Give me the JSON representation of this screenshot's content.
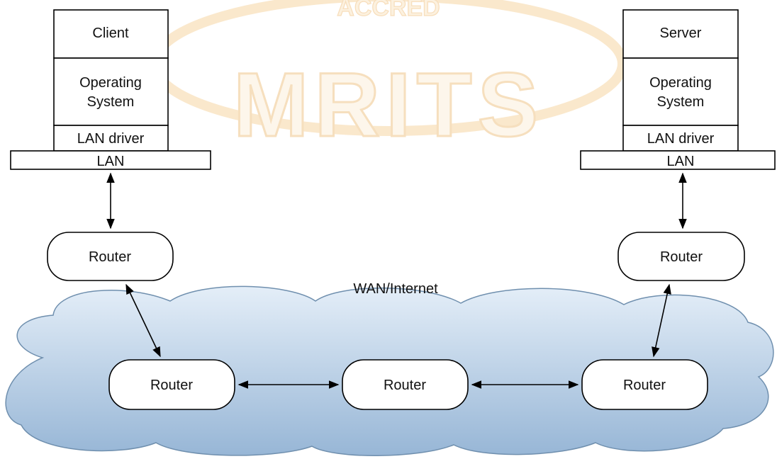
{
  "watermark": {
    "text": "MRITS",
    "arc_text": "ACCRED"
  },
  "client": {
    "title": "Client",
    "os_line1": "Operating",
    "os_line2": "System",
    "driver": "LAN driver",
    "lan": "LAN"
  },
  "server": {
    "title": "Server",
    "os_line1": "Operating",
    "os_line2": "System",
    "driver": "LAN driver",
    "lan": "LAN"
  },
  "network_label": "WAN/Internet",
  "routers": {
    "client_side": "Router",
    "server_side": "Router",
    "wan_left": "Router",
    "wan_middle": "Router",
    "wan_right": "Router"
  },
  "colors": {
    "watermark_stroke": "#f3c98a",
    "watermark_fill": "#fbe3bc",
    "cloud_top": "#dde9f5",
    "cloud_bottom": "#9cbad8",
    "cloud_stroke": "#6f8fae"
  }
}
